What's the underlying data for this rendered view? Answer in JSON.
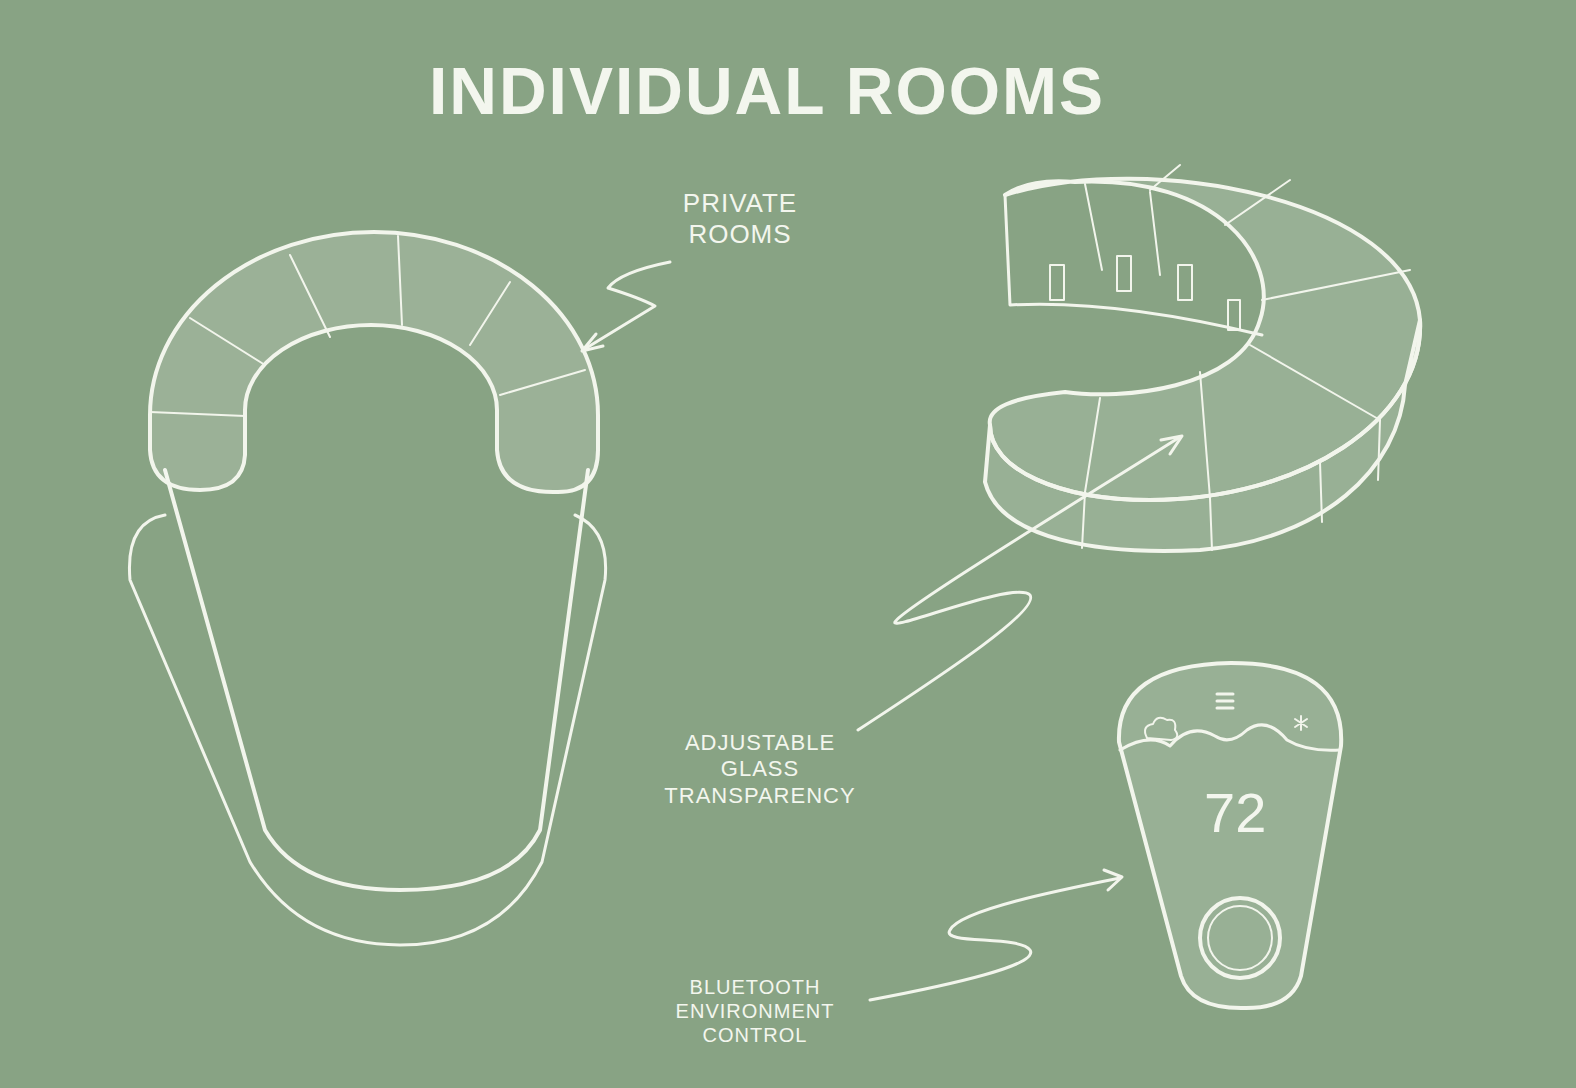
{
  "diagram": {
    "title": "INDIVIDUAL ROOMS",
    "nodes": [
      {
        "text": [
          "72"
        ]
      }
    ],
    "labels": [
      "PRIVATE ROOMS",
      "ADJUSTABLE GLASS TRANSPARENCY",
      "BLUETOOTH ENVIRONMENT CONTROL"
    ]
  }
}
